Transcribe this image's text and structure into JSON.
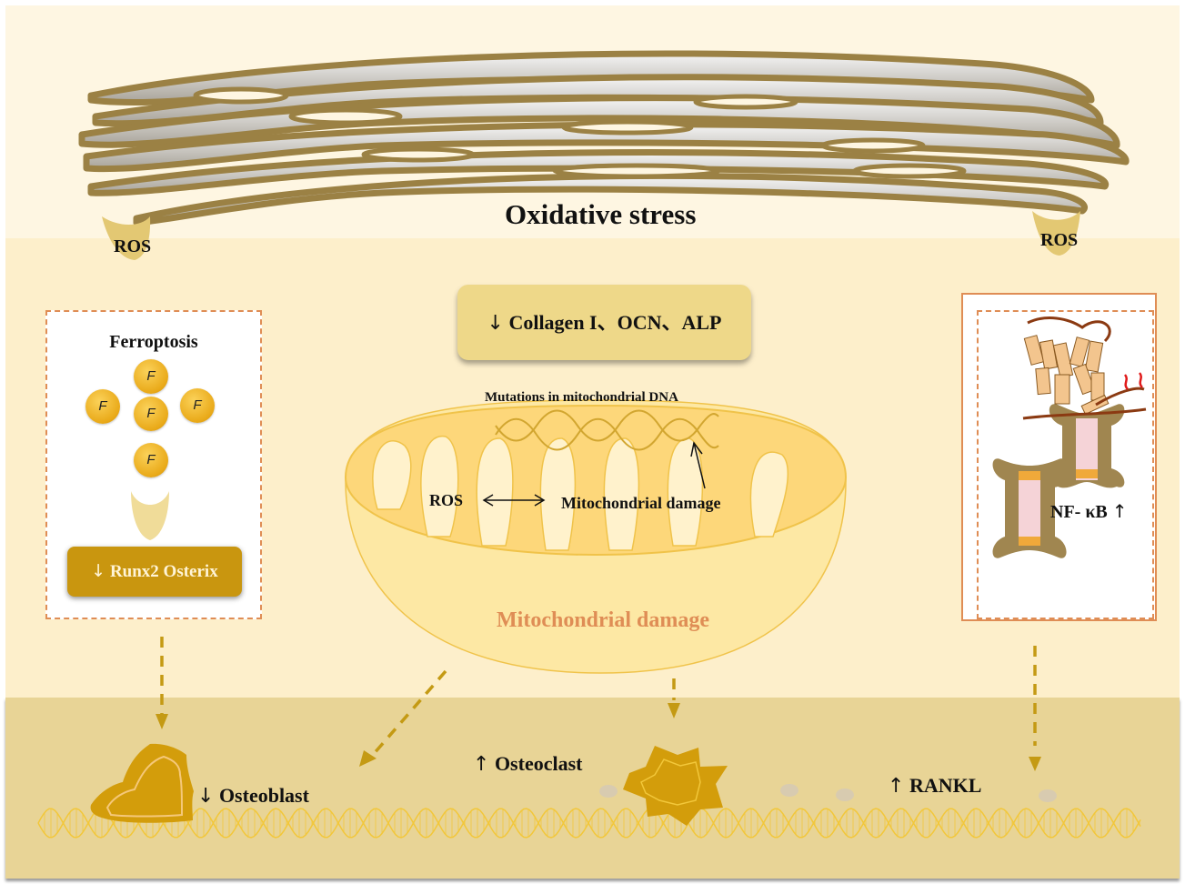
{
  "diagram": {
    "title": "Oxidative stress",
    "ros_left": "ROS",
    "ros_right": "ROS",
    "ferroptosis_panel": {
      "title": "Ferroptosis",
      "ferritin_balls": [
        "F",
        "F",
        "F",
        "F",
        "F"
      ],
      "marker_arrow": "↓",
      "marker_text": "Runx2  Osterix"
    },
    "collagen_box": {
      "arrow": "↓",
      "text": "Collagen I、OCN、ALP"
    },
    "mitochondrion": {
      "dna_label": "Mutations in mitochondrial DNA",
      "ros_label": "ROS",
      "damage_inner_label": "Mitochondrial damage",
      "damage_label": "Mitochondrial damage"
    },
    "nfkb_panel": {
      "label": "NF- κB",
      "arrow": "↑"
    },
    "bone_layer": {
      "osteoblast_arrow": "↓",
      "osteoblast_label": "Osteoblast",
      "osteoclast_arrow": "↑",
      "osteoclast_label": "Osteoclast",
      "rankl_arrow": "↑",
      "rankl_label": "RANKL"
    },
    "colors": {
      "golgi": "#9b8144",
      "accent_orange": "#df8d55",
      "arrow_gold": "#c49a14",
      "cell_gold": "#d39d0b",
      "bone_band": "#e8d496"
    }
  }
}
